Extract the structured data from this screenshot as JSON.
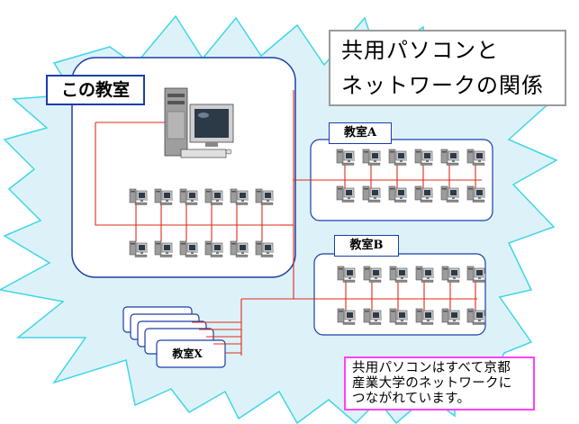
{
  "title_lines": [
    "共用パソコンと",
    "ネットワークの関係"
  ],
  "classrooms": {
    "this_room": "この教室",
    "room_a": "教室A",
    "room_b": "教室B",
    "room_x": "教室X"
  },
  "note_lines": [
    "共用パソコンはすべて京都",
    "産業大学のネットワークに",
    "つながれています。"
  ],
  "colors": {
    "burst_fill": "#ddf2f8",
    "burst_stroke": "#3fd6e8",
    "room_border": "#1a3ea8",
    "network_line": "#e0291a",
    "note_border": "#ff40ff"
  },
  "icons": {
    "server": "server-computer-icon",
    "client": "desktop-pc-icon"
  }
}
